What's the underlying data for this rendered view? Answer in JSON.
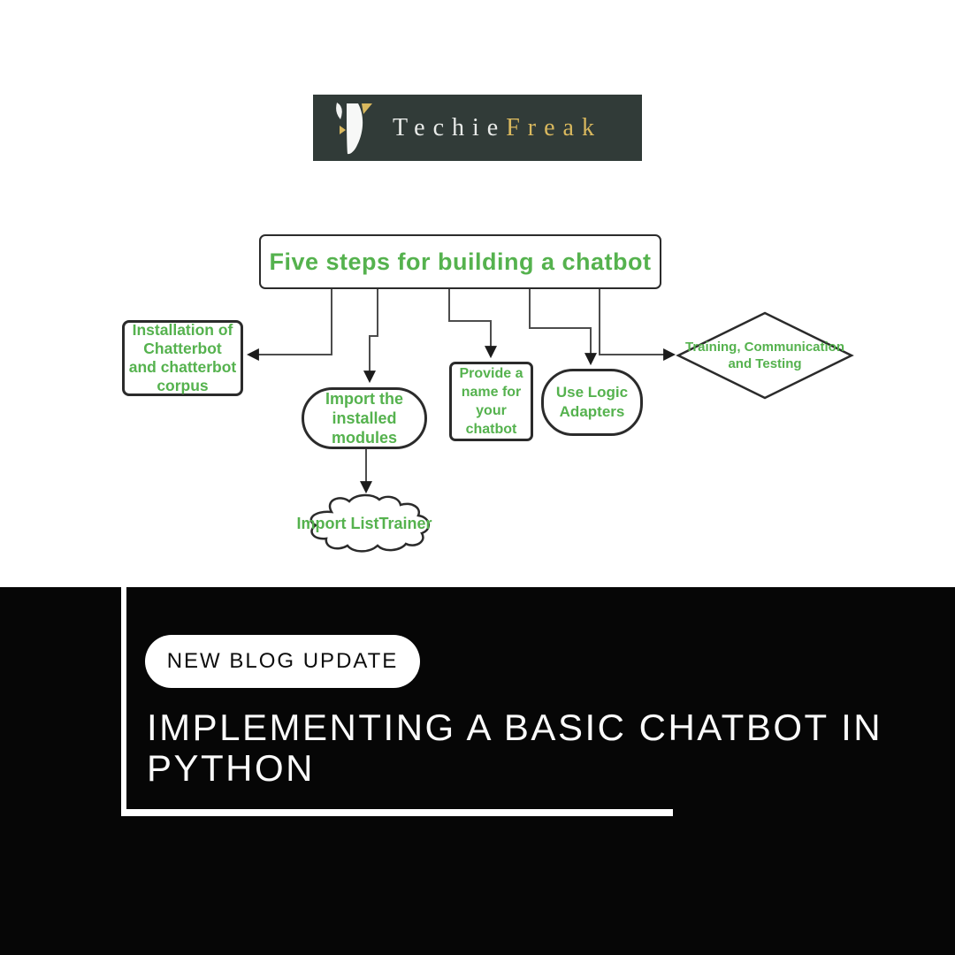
{
  "brand": {
    "name_first": "Techie",
    "name_second": "Freak",
    "bg_color": "#313B38",
    "first_color": "#E9EBE9",
    "second_color": "#D9B85E"
  },
  "flowchart": {
    "title": "Five steps for building a chatbot",
    "accent_color": "#55B24E",
    "line_color": "#4D4D4D",
    "border_color": "#2B2B2B",
    "nodes": [
      {
        "id": "installation",
        "shape": "rectangle",
        "label": "Installation of Chatterbot and chatterbot corpus"
      },
      {
        "id": "import-modules",
        "shape": "stadium",
        "label": "Import the installed modules"
      },
      {
        "id": "provide-name",
        "shape": "rectangle",
        "label": "Provide a name for your chatbot"
      },
      {
        "id": "logic-adapters",
        "shape": "stadium",
        "label": "Use Logic Adapters"
      },
      {
        "id": "training-communication-testing",
        "shape": "diamond",
        "label": "Training, Communication and Testing"
      },
      {
        "id": "import-listtrainer",
        "shape": "cloud",
        "label": "Import ListTrainer"
      }
    ]
  },
  "banner": {
    "badge": "NEW BLOG UPDATE",
    "title_line1": "IMPLEMENTING A BASIC CHATBOT IN",
    "title_line2": "PYTHON",
    "bg_color": "#060606"
  }
}
